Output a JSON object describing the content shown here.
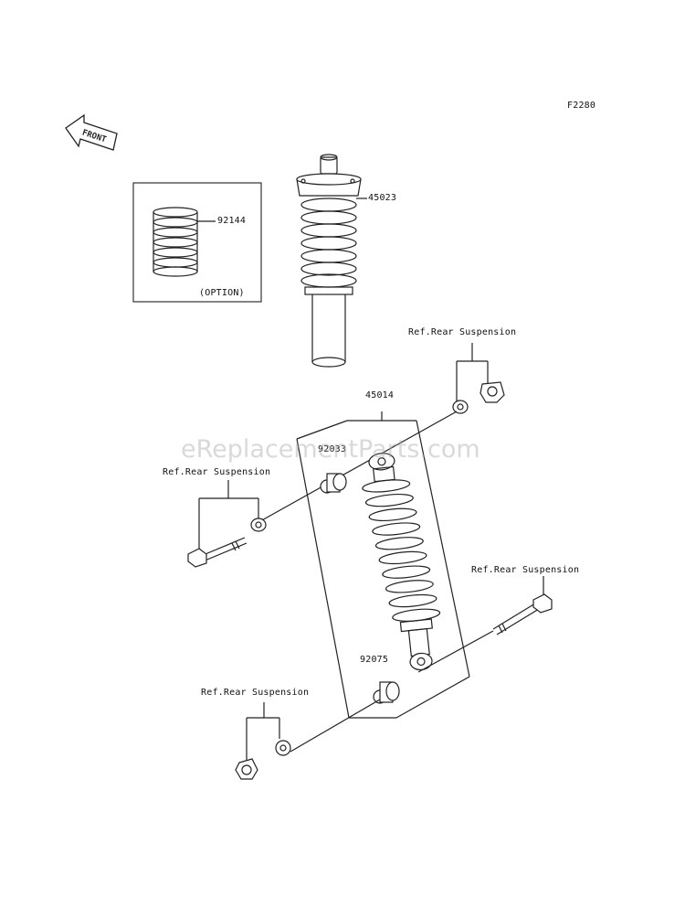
{
  "figure_code": "F2280",
  "front_arrow_label": "FRONT",
  "watermark": "eReplacementParts.com",
  "parts": {
    "spring_option": {
      "number": "92144",
      "note": "(OPTION)"
    },
    "front_shock": {
      "number": "45023"
    },
    "rear_shock": {
      "number": "45014"
    },
    "upper_bushing": {
      "number": "92033"
    },
    "lower_bushing": {
      "number": "92075"
    }
  },
  "references": {
    "upper_right": "Ref.Rear Suspension",
    "left": "Ref.Rear Suspension",
    "right": "Ref.Rear Suspension",
    "lower_left": "Ref.Rear Suspension"
  },
  "colors": {
    "line": "#222222",
    "text": "#111111",
    "watermark": "#aaaaaa"
  }
}
